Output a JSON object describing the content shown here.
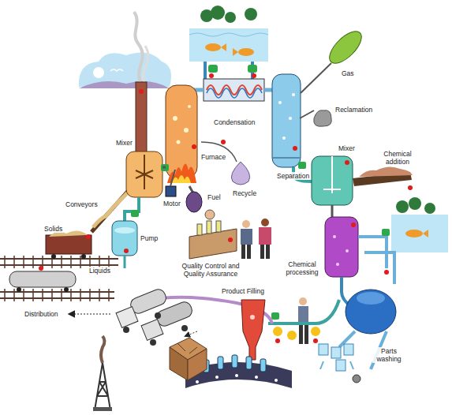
{
  "diagram": {
    "labels": [
      "Condensation",
      "Gas",
      "Reclamation",
      "Mixer",
      "Chemical addition",
      "Separation",
      "Mixer",
      "Furnace",
      "Recycle",
      "Fuel",
      "Motor",
      "Conveyors",
      "Solids",
      "Pump",
      "Liquids",
      "Quality Control and Quality Assurance",
      "Chemical processing",
      "Product Filling",
      "Distribution",
      "Parts washing"
    ]
  }
}
